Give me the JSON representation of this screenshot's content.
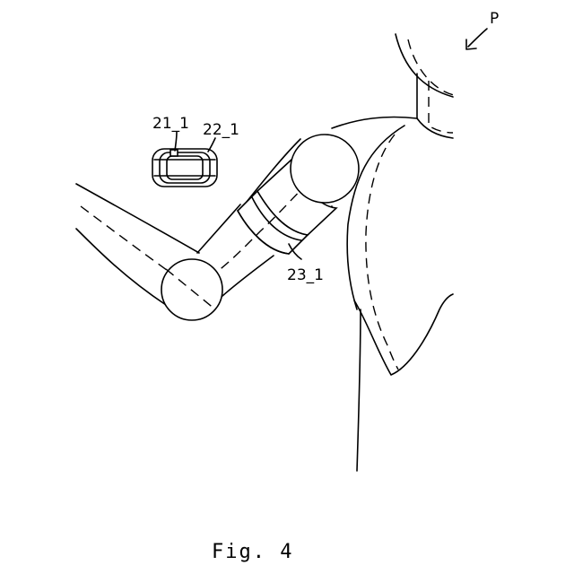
{
  "labels": {
    "person": "P",
    "sensor_main": "21_1",
    "sensor_case": "22_1",
    "band": "23_1"
  },
  "caption": "Fig. 4"
}
